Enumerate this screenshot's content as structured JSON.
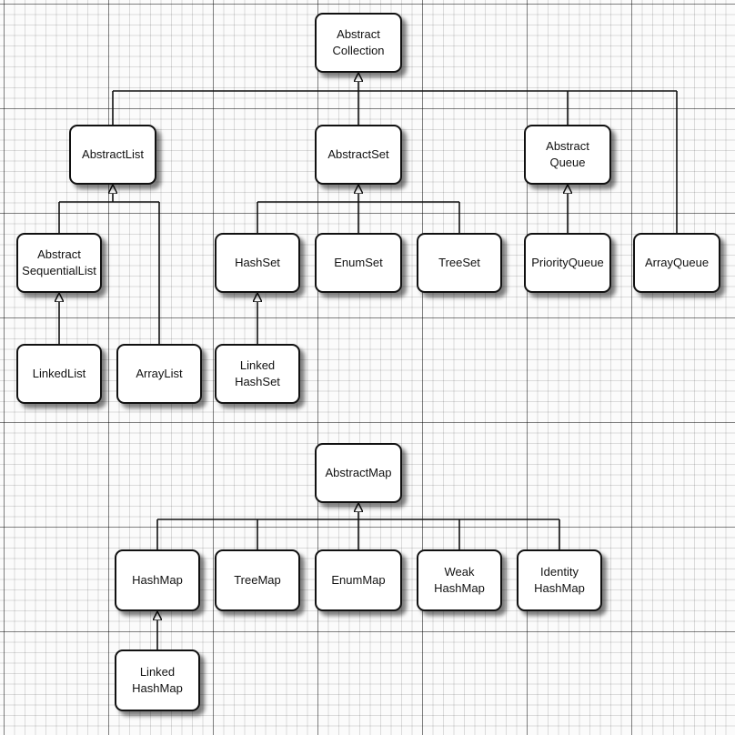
{
  "diagram": {
    "title": "",
    "nodes": {
      "abstract_collection": "Abstract\nCollection",
      "abstract_list": "AbstractList",
      "abstract_set": "AbstractSet",
      "abstract_queue": "Abstract\nQueue",
      "array_queue": "ArrayQueue",
      "abstract_sequential_list": "Abstract\nSequentialList",
      "hash_set": "HashSet",
      "enum_set": "EnumSet",
      "tree_set": "TreeSet",
      "priority_queue": "PriorityQueue",
      "linked_list": "LinkedList",
      "array_list": "ArrayList",
      "linked_hash_set": "Linked\nHashSet",
      "abstract_map": "AbstractMap",
      "hash_map": "HashMap",
      "tree_map": "TreeMap",
      "enum_map": "EnumMap",
      "weak_hash_map": "Weak\nHashMap",
      "identity_hash_map": "Identity\nHashMap",
      "linked_hash_map": "Linked\nHashMap"
    },
    "edges": [
      {
        "from": "abstract_list",
        "to": "abstract_collection"
      },
      {
        "from": "abstract_set",
        "to": "abstract_collection"
      },
      {
        "from": "abstract_queue",
        "to": "abstract_collection"
      },
      {
        "from": "array_queue",
        "to": "abstract_collection"
      },
      {
        "from": "abstract_sequential_list",
        "to": "abstract_list"
      },
      {
        "from": "array_list",
        "to": "abstract_list"
      },
      {
        "from": "linked_list",
        "to": "abstract_sequential_list"
      },
      {
        "from": "hash_set",
        "to": "abstract_set"
      },
      {
        "from": "enum_set",
        "to": "abstract_set"
      },
      {
        "from": "tree_set",
        "to": "abstract_set"
      },
      {
        "from": "priority_queue",
        "to": "abstract_queue"
      },
      {
        "from": "linked_hash_set",
        "to": "hash_set"
      },
      {
        "from": "hash_map",
        "to": "abstract_map"
      },
      {
        "from": "tree_map",
        "to": "abstract_map"
      },
      {
        "from": "enum_map",
        "to": "abstract_map"
      },
      {
        "from": "weak_hash_map",
        "to": "abstract_map"
      },
      {
        "from": "identity_hash_map",
        "to": "abstract_map"
      },
      {
        "from": "linked_hash_map",
        "to": "hash_map"
      }
    ]
  }
}
